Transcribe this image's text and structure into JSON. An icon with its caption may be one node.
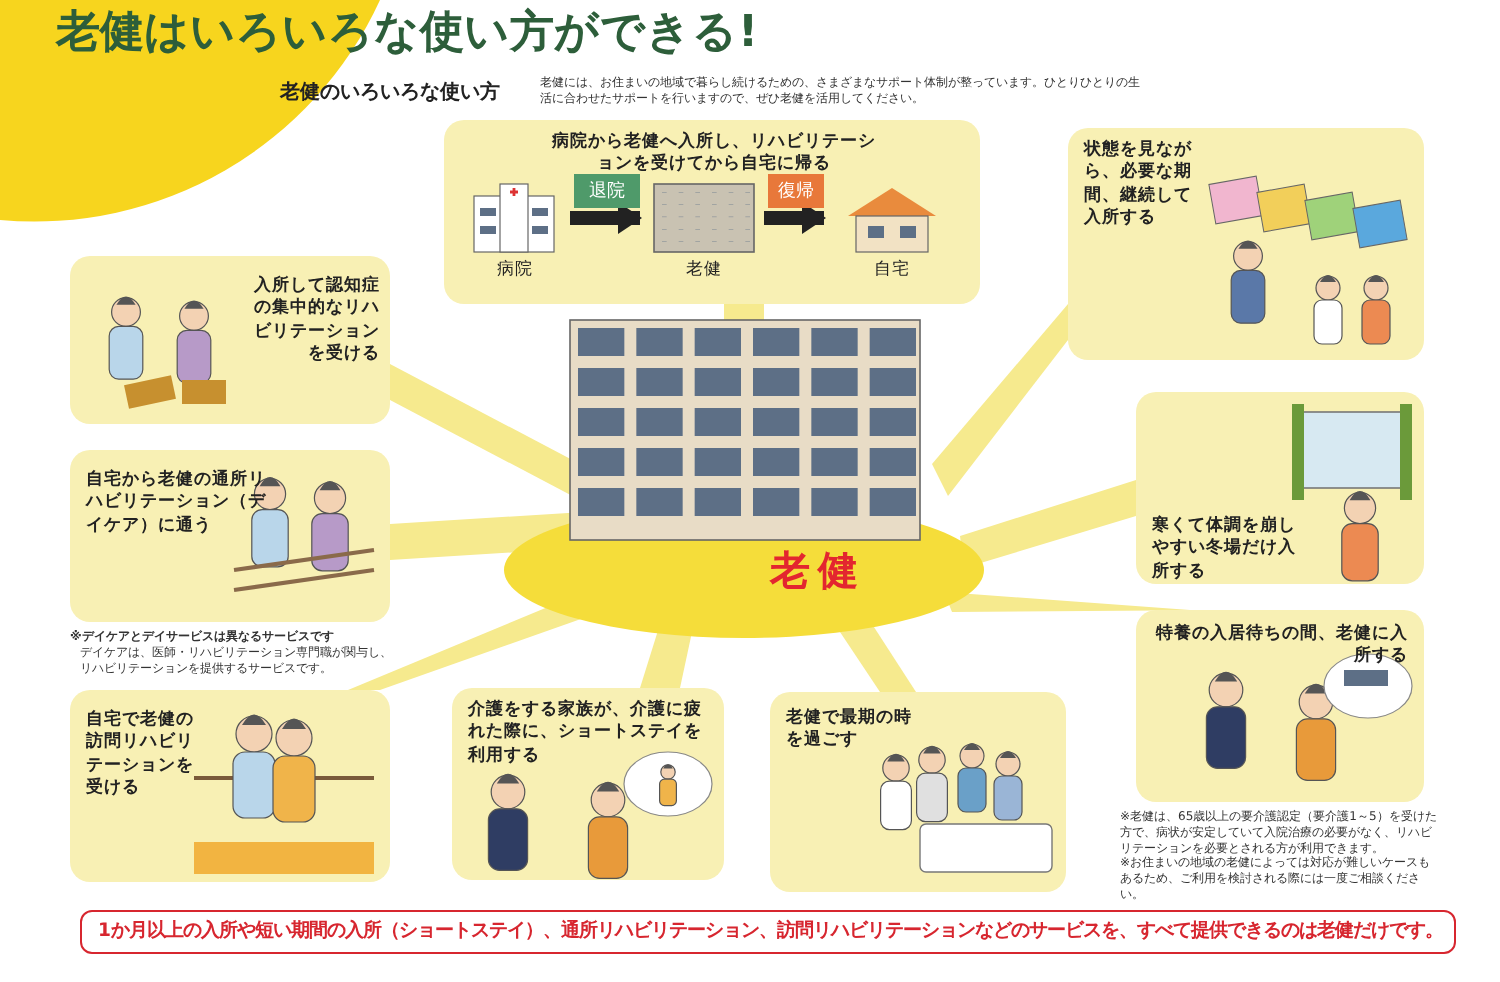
{
  "diagram": {
    "title": "老健はいろいろな使い方ができる!",
    "nodes": [
      {
        "text": [
          "老健"
        ]
      },
      {
        "text": [
          "病院から老健へ入所し、リハビリテーションを受けてから自宅に帰る"
        ]
      },
      {
        "text": [
          "病院"
        ],
        "in": 1
      },
      {
        "text": [
          "老健"
        ],
        "in": 1
      },
      {
        "text": [
          "自宅"
        ],
        "in": 1
      },
      {
        "text": [
          "入所して認知症の集中的なリハビリテーションを受ける"
        ]
      },
      {
        "text": [
          "自宅から老健の通所リハビリテーション（デイケア）に通う"
        ],
        "beside": [
          "※デイケアとデイサービスは異なるサービスです",
          "デイケアは、医師・リハビリテーション専門職が関与し、リハビリテーションを提供するサービスです。"
        ]
      },
      {
        "text": [
          "自宅で老健の訪問リハビリテーションを受ける"
        ]
      },
      {
        "text": [
          "介護をする家族が、介護に疲れた際に、ショートステイを利用する"
        ]
      },
      {
        "text": [
          "老健で最期の時を過ごす"
        ]
      },
      {
        "text": [
          "特養の入居待ちの間、老健に入所する"
        ]
      },
      {
        "text": [
          "寒くて体調を崩しやすい冬場だけ入所する"
        ]
      },
      {
        "text": [
          "状態を見ながら、必要な期間、継続して入所する"
        ]
      }
    ],
    "edges": [
      {
        "from": 0,
        "to": 1,
        "arrow": "none"
      },
      {
        "from": 2,
        "to": 3,
        "arrow": "to",
        "label": "退院"
      },
      {
        "from": 3,
        "to": 4,
        "arrow": "to",
        "label": "復帰"
      },
      {
        "from": 0,
        "to": 5,
        "arrow": "none"
      },
      {
        "from": 0,
        "to": 6,
        "arrow": "none"
      },
      {
        "from": 0,
        "to": 7,
        "arrow": "none"
      },
      {
        "from": 0,
        "to": 8,
        "arrow": "none"
      },
      {
        "from": 0,
        "to": 9,
        "arrow": "none"
      },
      {
        "from": 0,
        "to": 10,
        "arrow": "none"
      },
      {
        "from": 0,
        "to": 11,
        "arrow": "none"
      },
      {
        "from": 0,
        "to": 12,
        "arrow": "none"
      }
    ],
    "labels": [
      "老健のいろいろな使い方",
      "老健には、お住まいの地域で暮らし続けるための、さまざまなサポート体制が整っています。ひとりひとりの生活に合わせたサポートを行いますので、ぜひ老健を活用してください。",
      "※老健は、65歳以上の要介護認定（要介護1～5）を受けた方で、病状が安定していて入院治療の必要がなく、リハビリテーションを必要とされる方が利用できます。",
      "※お住まいの地域の老健によっては対応が難しいケースもあるため、ご利用を検討される際には一度ご相談ください。",
      "1か月以上の入所や短い期間の入所（ショートステイ）、通所リハビリテーション、訪問リハビリテーションなどのサービスを、すべて提供できるのは老健だけです。"
    ]
  }
}
